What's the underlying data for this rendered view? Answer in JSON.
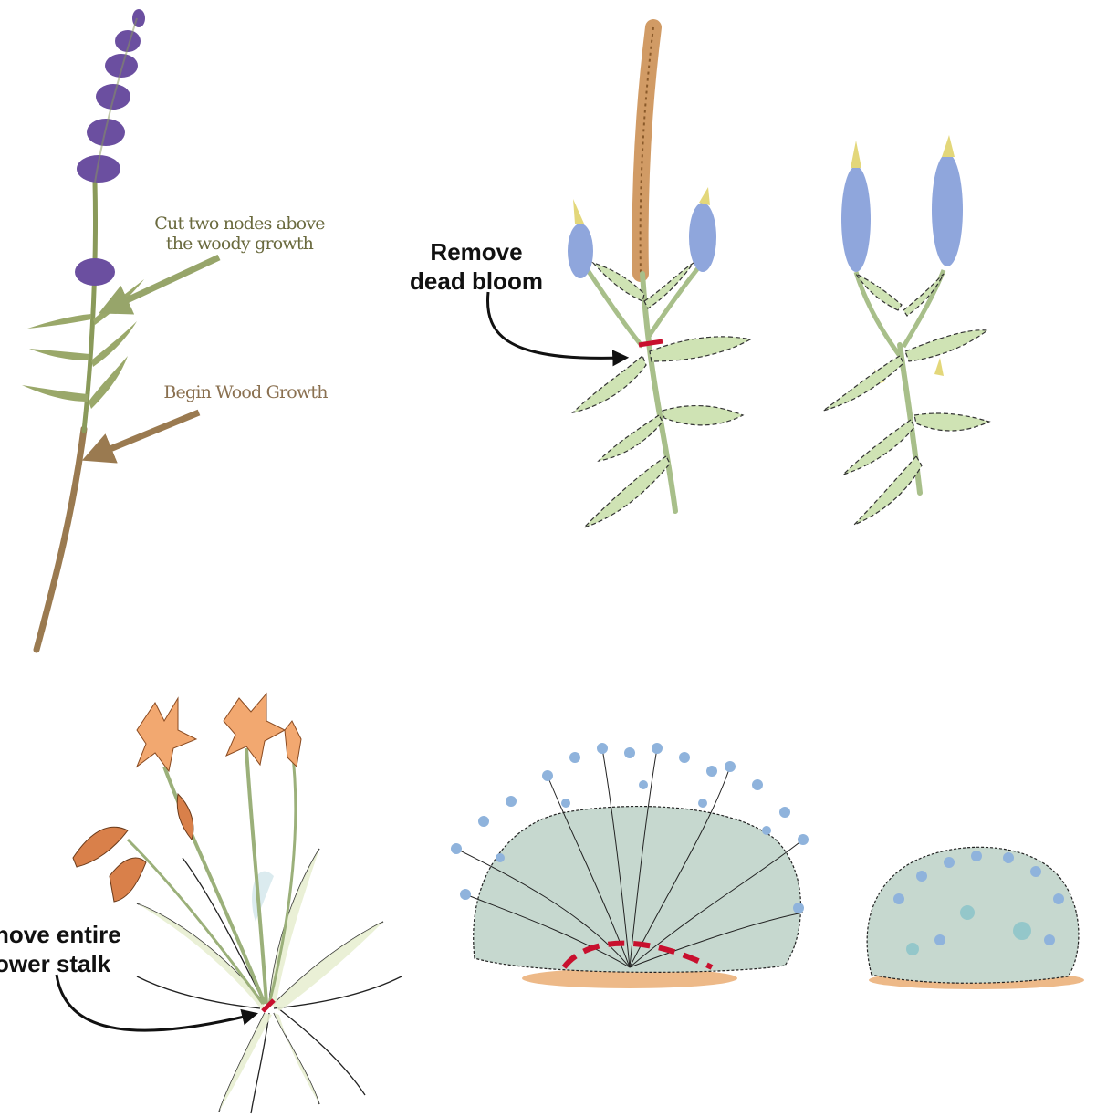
{
  "panels": {
    "lavender": {
      "label_cut": [
        "Cut two nodes above",
        "the woody growth"
      ],
      "label_wood": "Begin Wood Growth"
    },
    "veronica": {
      "label_remove": [
        "Remove",
        "dead bloom"
      ]
    },
    "daylily": {
      "label_remove": [
        "nove entire",
        "ower stalk"
      ]
    }
  },
  "colors": {
    "lavender_flower": "#6b4fa0",
    "stem_green": "#8a9a5a",
    "wood_brown": "#9a7a50",
    "veronica_blue": "#8fa6dc",
    "dead_bloom": "#c98a4a",
    "daylily_orange": "#f2a870",
    "cut_mark_red": "#c8102e",
    "leaf_green": "#cfe3b4",
    "shrub_green": "#c6d8cf",
    "soil": "#e8a86a"
  }
}
